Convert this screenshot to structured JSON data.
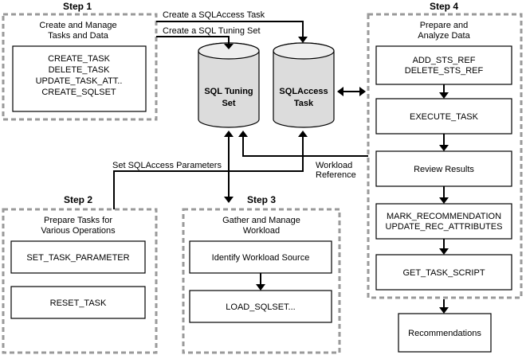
{
  "step1": {
    "title": "Step 1",
    "heading": [
      "Create and Manage",
      "Tasks and Data"
    ],
    "items": [
      "CREATE_TASK",
      "DELETE_TASK",
      "UPDATE_TASK_ATT..",
      "CREATE_SQLSET"
    ]
  },
  "step2": {
    "title": "Step 2",
    "heading": [
      "Prepare Tasks for",
      "Various Operations"
    ],
    "boxes": [
      "SET_TASK_PARAMETER",
      "RESET_TASK"
    ]
  },
  "step3": {
    "title": "Step 3",
    "heading": [
      "Gather and Manage",
      "Workload"
    ],
    "boxes": [
      "Identify Workload Source",
      "LOAD_SQLSET..."
    ]
  },
  "step4": {
    "title": "Step 4",
    "heading": [
      "Prepare and",
      "Analyze Data"
    ],
    "boxes": [
      [
        "ADD_STS_REF",
        "DELETE_STS_REF"
      ],
      [
        "EXECUTE_TASK"
      ],
      [
        "Review Results"
      ],
      [
        "MARK_RECOMMENDATION",
        "UPDATE_REC_ATTRIBUTES"
      ],
      [
        "GET_TASK_SCRIPT"
      ]
    ]
  },
  "recommendations": "Recommendations",
  "stores": {
    "sts": [
      "SQL Tuning",
      "Set"
    ],
    "sqlaccess": [
      "SQLAccess",
      "Task"
    ]
  },
  "flows": {
    "create_sqlaccess_task": "Create a SQLAccess Task",
    "create_sql_tuning_set": "Create a SQL Tuning Set",
    "set_sqlaccess_params": "Set SQLAccess Parameters",
    "workload_reference": [
      "Workload",
      "Reference"
    ]
  }
}
